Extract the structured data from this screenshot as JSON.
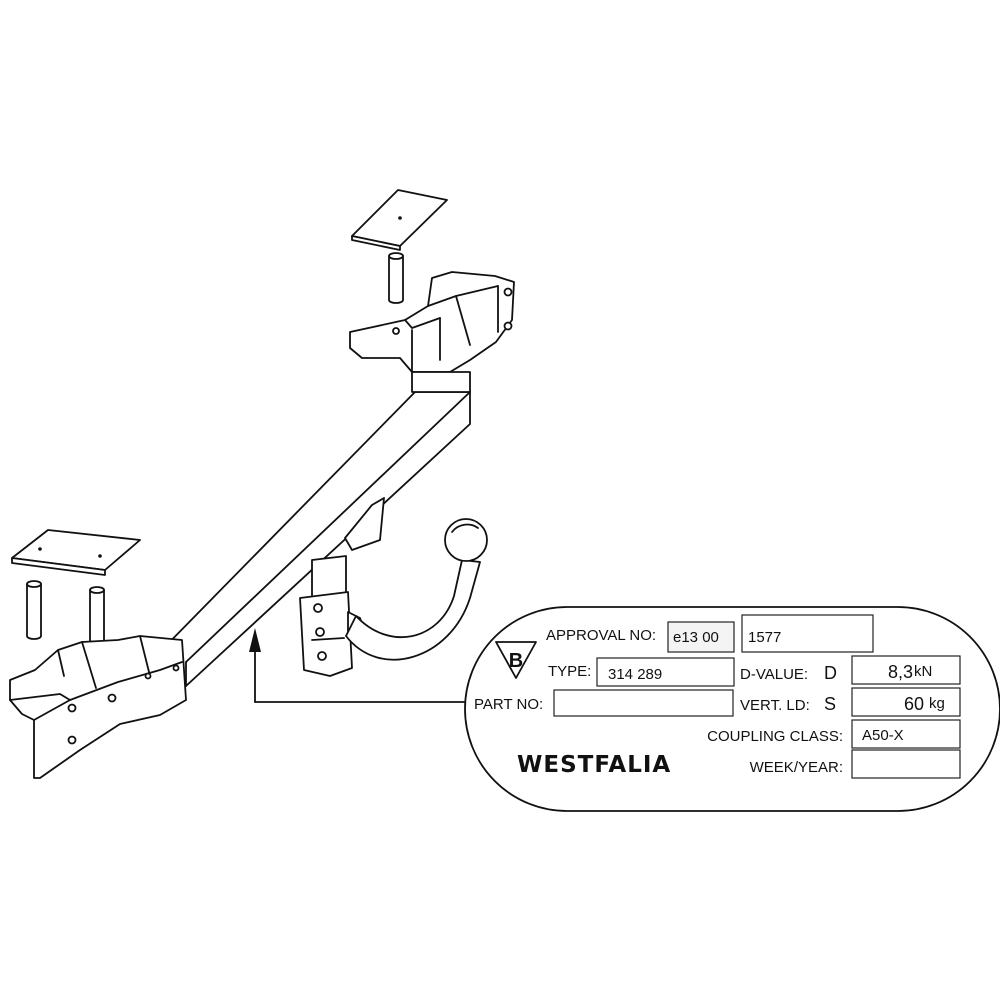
{
  "plate": {
    "approval_label": "APPROVAL NO:",
    "approval_code": "e13 00",
    "approval_number": "1577",
    "type_label": "TYPE:",
    "type_value": "314 289",
    "part_label": "PART NO:",
    "part_value": "",
    "d_value_label": "D-VALUE:",
    "d_letter": "D",
    "d_value": "8,3",
    "d_unit": "kN",
    "vert_label": "VERT. LD:",
    "vert_letter": "S",
    "vert_value": "60",
    "vert_unit": "kg",
    "coupling_label": "COUPLING CLASS:",
    "coupling_value": "A50-X",
    "week_label": "WEEK/YEAR:",
    "week_value": "",
    "badge_letter": "B",
    "brand": "WESTFALIA",
    "brand_color": "#1f4e8c"
  }
}
